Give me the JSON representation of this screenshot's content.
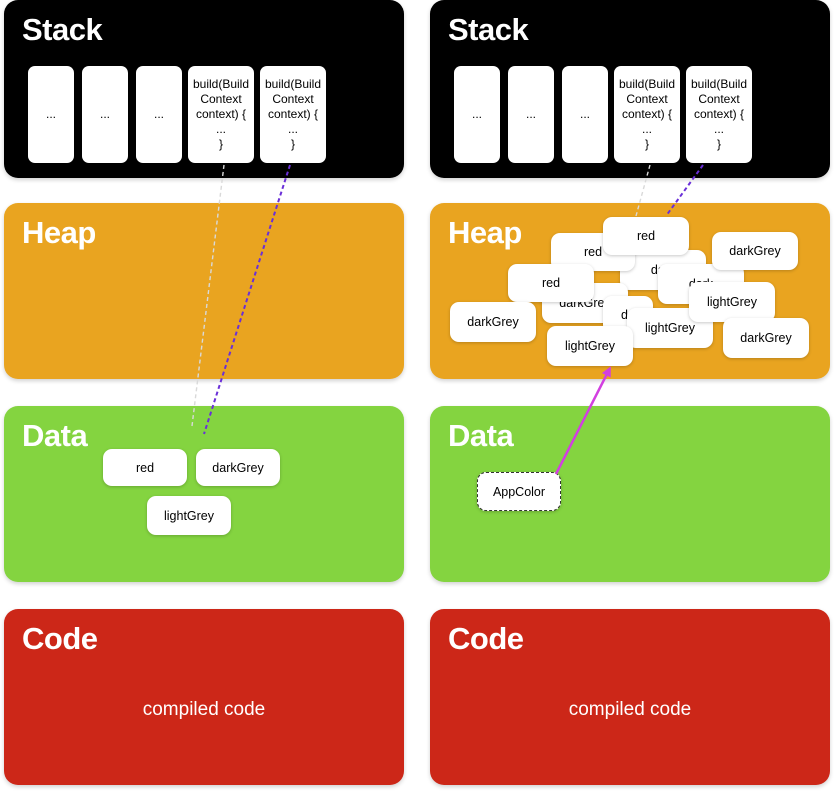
{
  "left": {
    "stack": {
      "title": "Stack",
      "frames": [
        "...",
        "...",
        "..."
      ],
      "build_frames": [
        "build(Build\nContext\ncontext) {\n...\n}",
        "build(Build\nContext\ncontext) {\n...\n}"
      ]
    },
    "heap": {
      "title": "Heap"
    },
    "data": {
      "title": "Data",
      "objects": [
        "red",
        "darkGrey",
        "lightGrey"
      ]
    },
    "code": {
      "title": "Code",
      "text": "compiled code"
    }
  },
  "right": {
    "stack": {
      "title": "Stack",
      "frames": [
        "...",
        "...",
        "..."
      ],
      "build_frames": [
        "build(Build\nContext\ncontext) {\n...\n}",
        "build(Build\nContext\ncontext) {\n...\n}"
      ]
    },
    "heap": {
      "title": "Heap",
      "objects": [
        "dark",
        "dark",
        "darkGrey",
        "da",
        "red",
        "darkGrey",
        "red",
        "darkGrey",
        "lightGrey",
        "lightGrey",
        "darkGrey",
        "lightGrey",
        "red"
      ]
    },
    "data": {
      "title": "Data",
      "objects": [
        "AppColor"
      ]
    },
    "code": {
      "title": "Code",
      "text": "compiled code"
    }
  },
  "colors": {
    "stack": "#000000",
    "heap": "#e9a420",
    "data": "#84d440",
    "code": "#cc2718",
    "pointer_dashed": "#6a2fd8",
    "pointer_faint": "#d9d9d9",
    "arrow": "#d23fe0"
  }
}
